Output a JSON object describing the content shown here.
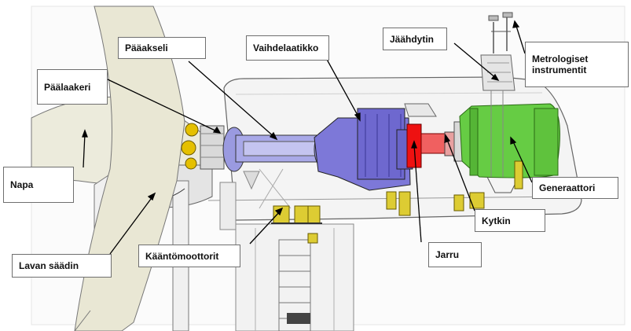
{
  "labels": {
    "paalaakeri": "Päälaakeri",
    "paaakseli": "Pääakseli",
    "vaihdelaatikko": "Vaihdelaatikko",
    "jaahdytin": "Jäähdytin",
    "metrologiset": "Metrologiset instrumentit",
    "napa": "Napa",
    "generaattori": "Generaattori",
    "kytkin": "Kytkin",
    "jarru": "Jarru",
    "kaantomoottorit": "Kääntömoottorit",
    "lavan_saadin": "Lavan säädin"
  },
  "colors": {
    "gearbox": "#7d78d8",
    "generator": "#66cc44",
    "brake": "#ee1111",
    "yaw_motors": "#ddcc33",
    "nacelle": "#f4f4f4",
    "blade": "#e9e7d4",
    "outline": "#555555"
  }
}
